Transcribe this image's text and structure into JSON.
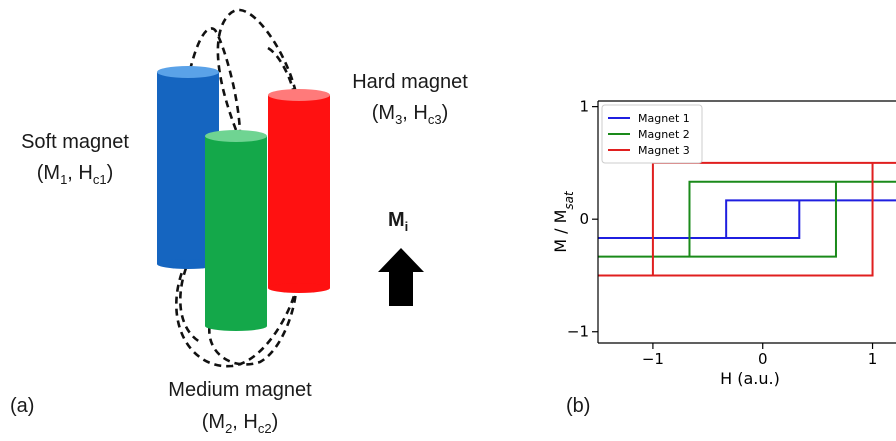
{
  "diagram": {
    "panel_label": "(a)",
    "soft": {
      "name": "Soft magnet",
      "sym": "M",
      "sym_sub": "1",
      "field": "H",
      "field_sub": "c1",
      "color": "#1a6fc4"
    },
    "hard": {
      "name": "Hard magnet",
      "sym": "M",
      "sym_sub": "3",
      "field": "H",
      "field_sub": "c3",
      "color": "#ff1a1a"
    },
    "medium": {
      "name": "Medium magnet",
      "sym": "M",
      "sym_sub": "2",
      "field": "H",
      "field_sub": "c2",
      "color": "#1aa64a"
    },
    "arrow": {
      "sym": "M",
      "sym_sub": "i"
    }
  },
  "chart_panel_label": "(b)",
  "chart_data": {
    "type": "line",
    "xlabel": "H (a.u.)",
    "ylabel_main": "M / M",
    "ylabel_sub": "sat",
    "xlim": [
      -1.5,
      1.25
    ],
    "ylim": [
      -1.1,
      1.05
    ],
    "xticks": [
      -1,
      0,
      1
    ],
    "xtick_labels": [
      "−1",
      "0",
      "1"
    ],
    "yticks": [
      -1,
      0,
      1
    ],
    "ytick_labels": [
      "−1",
      "0",
      "1"
    ],
    "legend_position": "top-left",
    "series": [
      {
        "name": "Magnet 1",
        "color": "#1f1fe0",
        "coercive_field": 0.333,
        "saturation": 0.167
      },
      {
        "name": "Magnet 2",
        "color": "#1a8a1a",
        "coercive_field": 0.667,
        "saturation": 0.333
      },
      {
        "name": "Magnet 3",
        "color": "#e01f1f",
        "coercive_field": 1.0,
        "saturation": 0.5
      }
    ]
  }
}
